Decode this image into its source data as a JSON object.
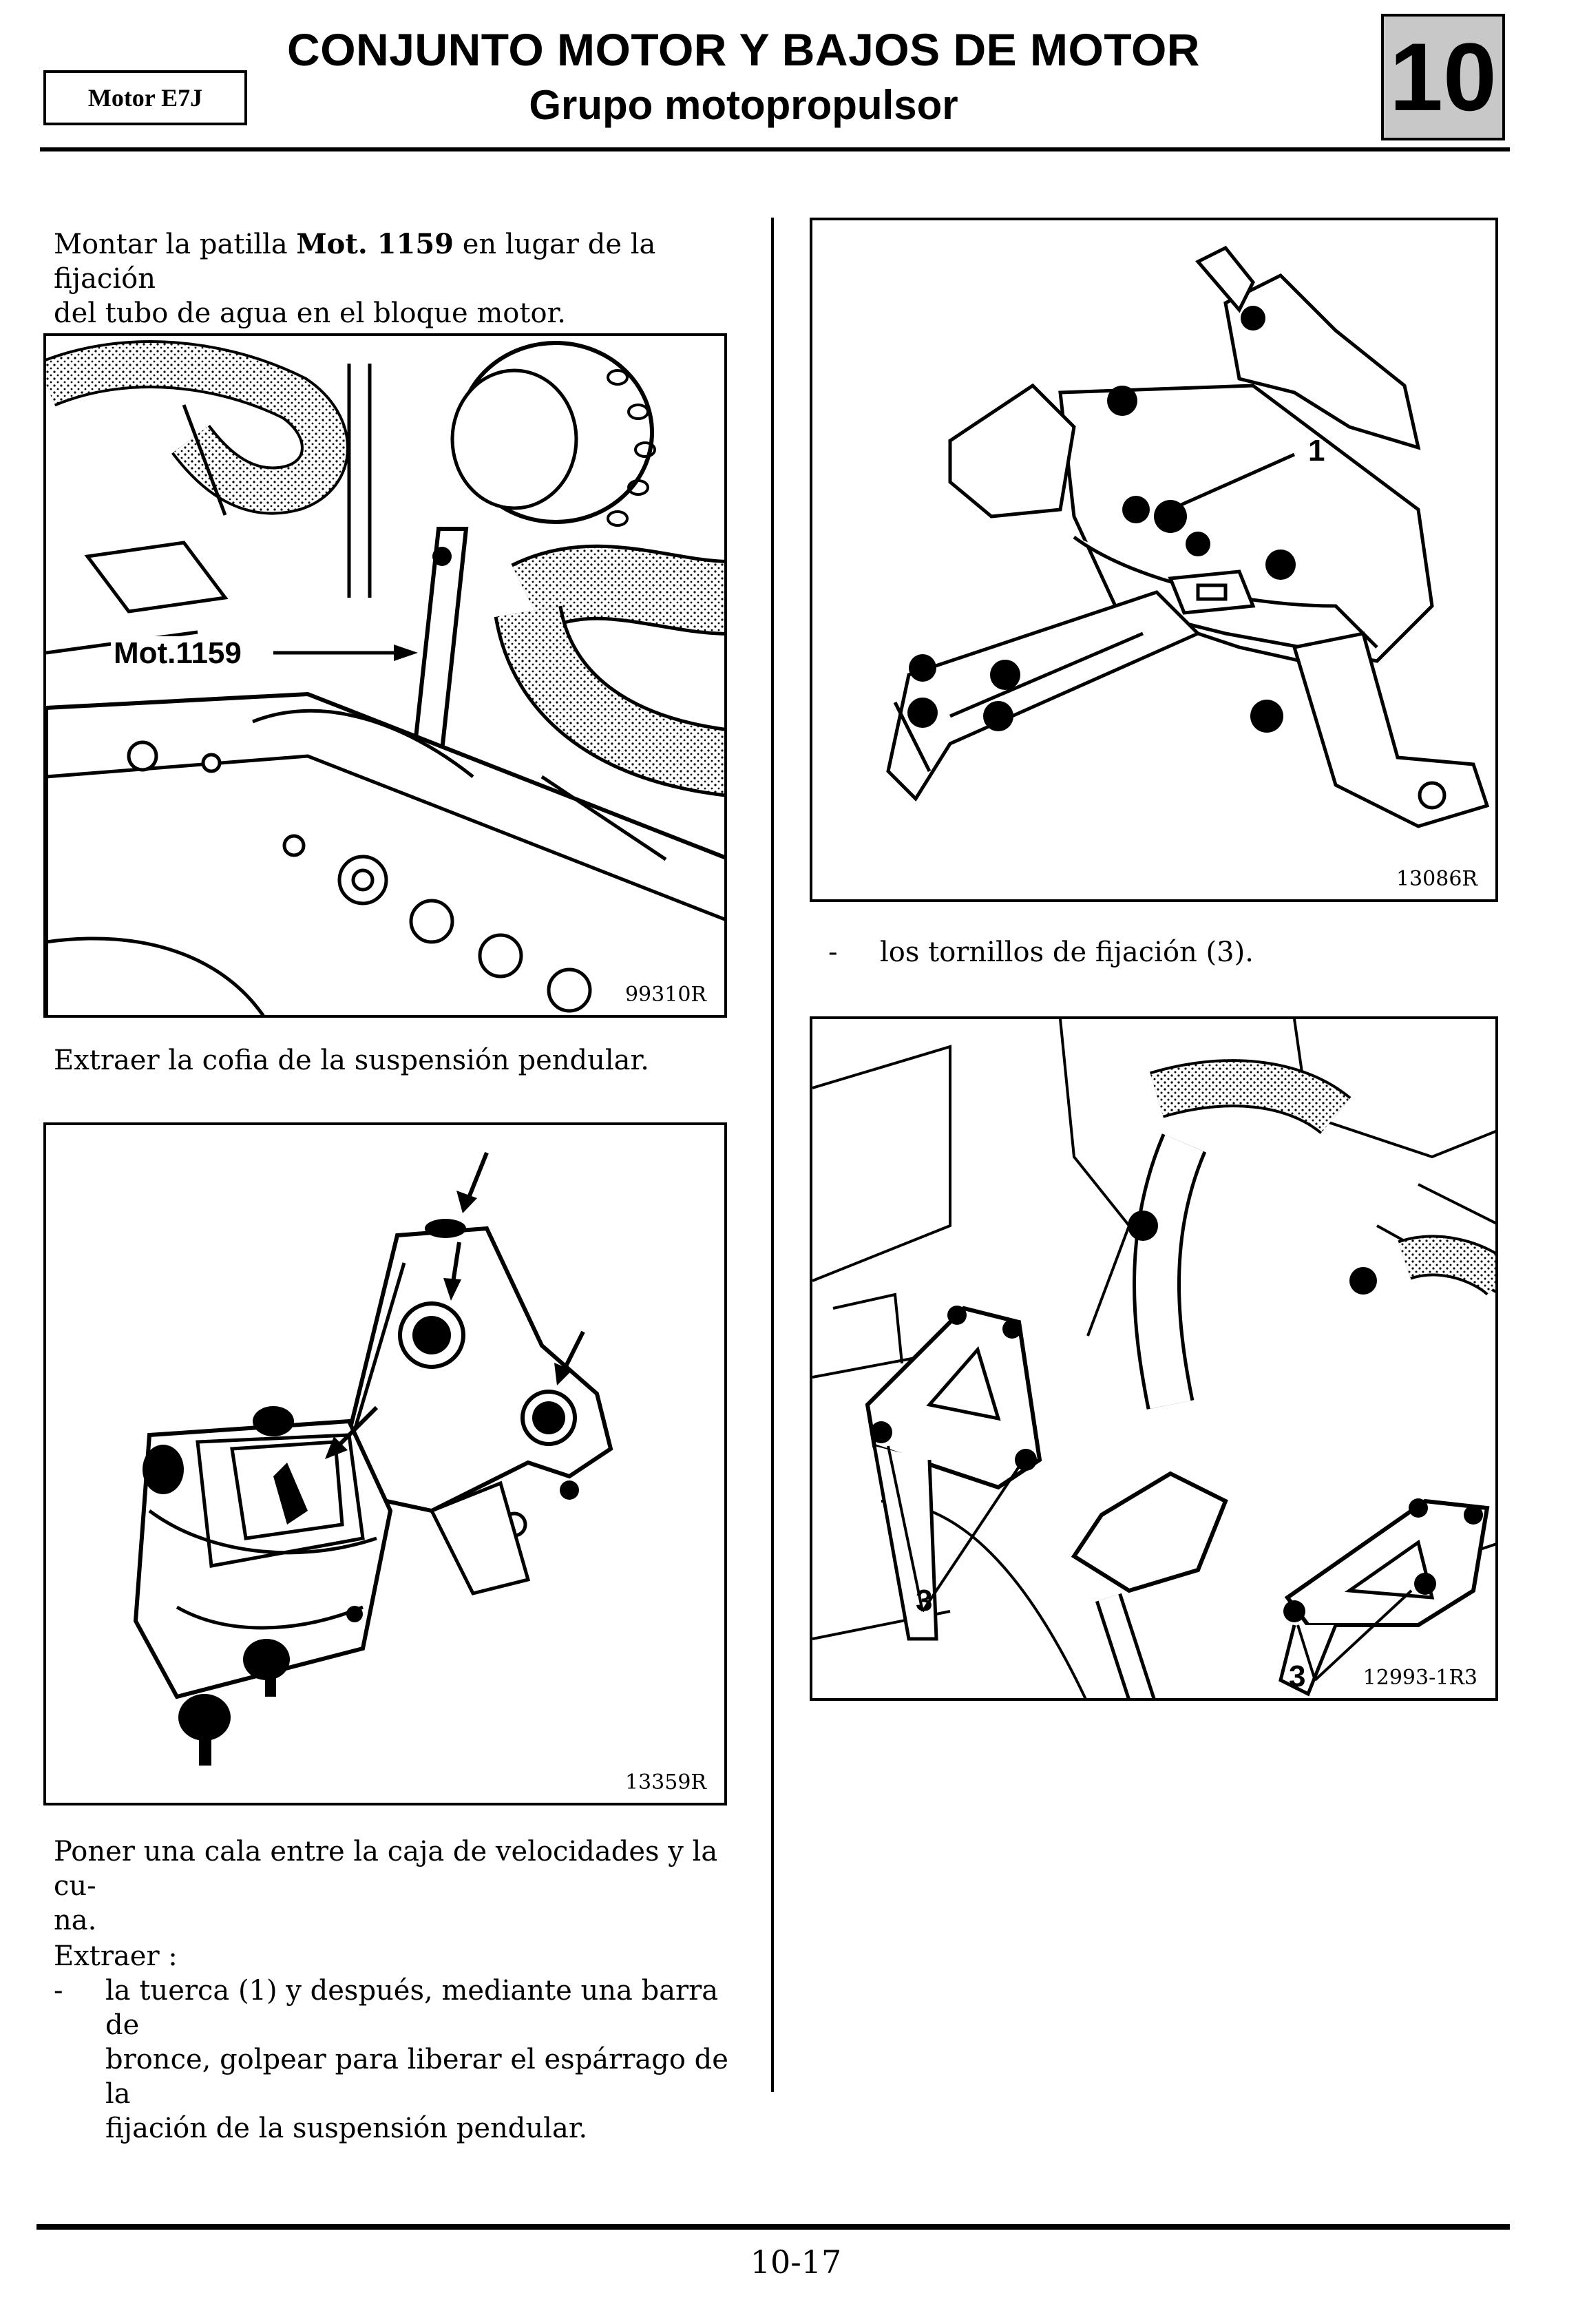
{
  "header": {
    "engine_label": "Motor E7J",
    "title": "CONJUNTO MOTOR Y BAJOS DE MOTOR",
    "subtitle": "Grupo motopropulsor",
    "chapter_number": "10"
  },
  "left_column": {
    "para1_a": "Montar la patilla ",
    "para1_bold": "Mot. 1159",
    "para1_b": " en lugar de la fijación",
    "para1_line2": "del tubo de agua en el bloque motor.",
    "figure1": {
      "callout": "Mot.1159",
      "ref": "99310R"
    },
    "para2": "Extraer la cofia de la suspensión pendular.",
    "figure2": {
      "ref": "13359R"
    },
    "para3_line1": "Poner una cala entre la caja de velocidades y la cu-",
    "para3_line2": "na.",
    "para4_title": "Extraer :",
    "bullet_dash": "-",
    "bullet1_line1": "la tuerca (1) y después, mediante una barra de",
    "bullet1_line2": "bronce, golpear para liberar el espárrago de la",
    "bullet1_line3": "fijación de la suspensión pendular."
  },
  "right_column": {
    "figure3": {
      "callout": "1",
      "ref": "13086R"
    },
    "bullet_dash": "-",
    "bullet2": "los tornillos de fijación (3).",
    "figure4": {
      "callout_left": "3",
      "callout_right": "3",
      "ref": "12993-1R3"
    }
  },
  "footer": {
    "page_number": "10-17"
  }
}
